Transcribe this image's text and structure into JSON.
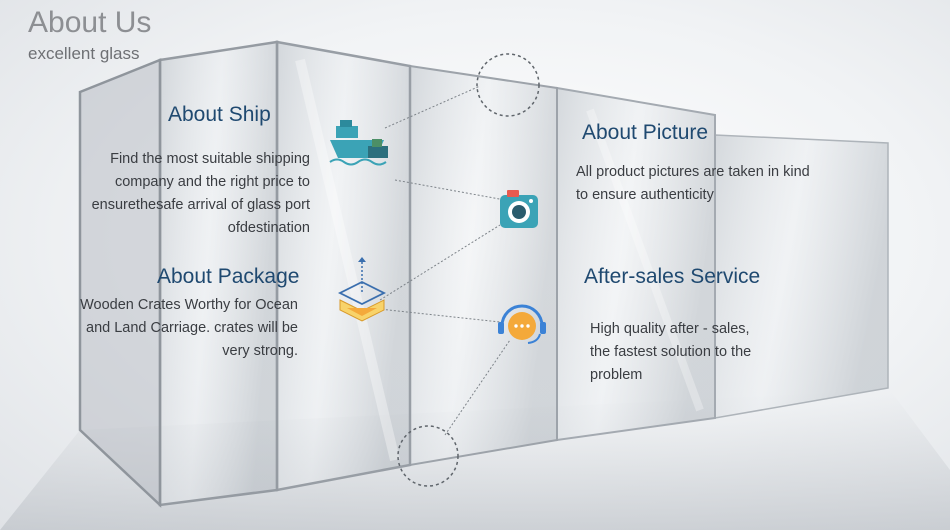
{
  "header": {
    "title": "About Us",
    "subtitle": "excellent glass"
  },
  "sections": {
    "ship": {
      "title": "About Ship",
      "lines": [
        "Find the most suitable shipping",
        "company and the right price to",
        "ensurethesafe arrival of glass port",
        "ofdestination"
      ],
      "icon": "cargo-ship-icon"
    },
    "package": {
      "title": "About Package",
      "lines": [
        "Wooden Crates Worthy for Ocean",
        "and Land Carriage.  crates will be",
        "very strong."
      ],
      "icon": "package-box-icon"
    },
    "picture": {
      "title": "About Picture",
      "lines": [
        "All product pictures are taken in kind",
        "to ensure authenticity"
      ],
      "icon": "camera-icon"
    },
    "service": {
      "title": "After-sales Service",
      "lines": [
        "High quality after - sales,",
        "the fastest solution to the",
        "problem"
      ],
      "icon": "headset-chat-icon"
    }
  },
  "colors": {
    "title_blue": "#1f4970",
    "teal": "#3ba3b6",
    "orange": "#f4a93a",
    "glass_edge": "#9aa1a8"
  }
}
